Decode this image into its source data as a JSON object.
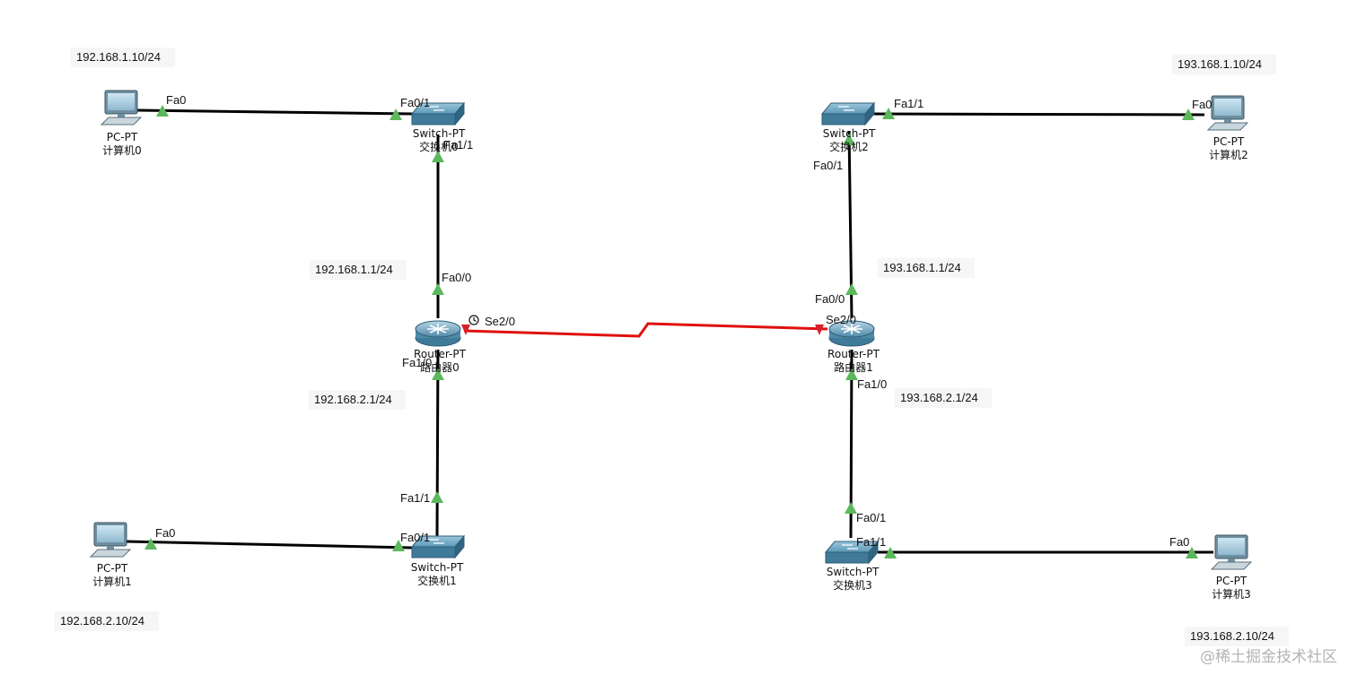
{
  "devices": {
    "pc0": {
      "model": "PC-PT",
      "name": "计算机0"
    },
    "pc1": {
      "model": "PC-PT",
      "name": "计算机1"
    },
    "pc2": {
      "model": "PC-PT",
      "name": "计算机2"
    },
    "pc3": {
      "model": "PC-PT",
      "name": "计算机3"
    },
    "sw0": {
      "model": "Switch-PT",
      "name": "交换机0"
    },
    "sw1": {
      "model": "Switch-PT",
      "name": "交换机1"
    },
    "sw2": {
      "model": "Switch-PT",
      "name": "交换机2"
    },
    "sw3": {
      "model": "Switch-PT",
      "name": "交换机3"
    },
    "r0": {
      "model": "Router-PT",
      "name": "路由器0"
    },
    "r1": {
      "model": "Router-PT",
      "name": "路由器1"
    }
  },
  "addresses": {
    "pc0": "192.168.1.10/24",
    "pc1": "192.168.2.10/24",
    "pc2": "193.168.1.10/24",
    "pc3": "193.168.2.10/24",
    "r0_fa00": "192.168.1.1/24",
    "r0_fa10": "192.168.2.1/24",
    "r1_fa00": "193.168.1.1/24",
    "r1_fa10": "193.168.2.1/24"
  },
  "ports": {
    "pc0_fa0": "Fa0",
    "sw0_fa01": "Fa0/1",
    "sw0_fa11": "Fa1/1",
    "r0_fa00": "Fa0/0",
    "r0_se20": "Se2/0",
    "r0_fa10": "Fa1/0",
    "sw1_fa11": "Fa1/1",
    "sw1_fa01": "Fa0/1",
    "pc1_fa0": "Fa0",
    "sw2_fa11": "Fa1/1",
    "pc2_fa0": "Fa0",
    "sw2_fa01": "Fa0/1",
    "r1_fa00": "Fa0/0",
    "r1_se20": "Se2/0",
    "r1_fa10": "Fa1/0",
    "sw3_fa01": "Fa0/1",
    "sw3_fa11": "Fa1/1",
    "pc3_fa0": "Fa0"
  },
  "links": {
    "ethernet_color": "#000000",
    "serial_color": "#e01010",
    "port_up_color": "#5cb85c",
    "serial_end_color": "#d8202a"
  },
  "watermark": "@稀土掘金技术社区"
}
